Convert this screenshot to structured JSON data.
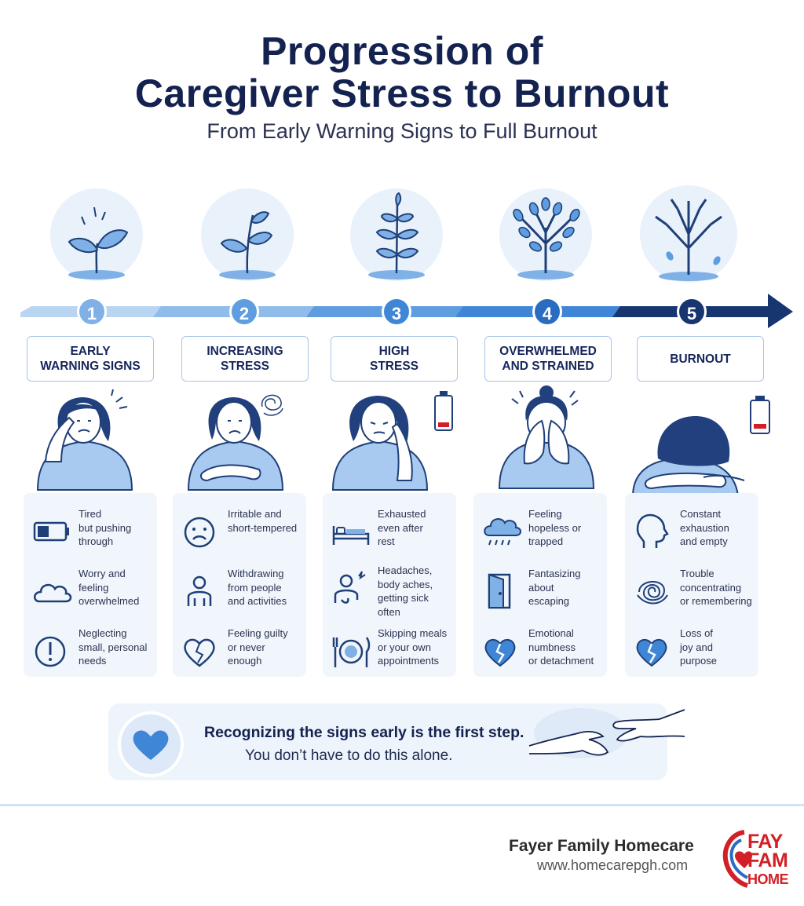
{
  "header": {
    "title_line1": "Progression of",
    "title_line2": "Caregiver Stress to Burnout",
    "subtitle": "From Early Warning Signs to Full Burnout"
  },
  "colors": {
    "navy": "#142250",
    "stage_colors": [
      "#7fb1e6",
      "#5e9de0",
      "#3f86d6",
      "#2a6cc0",
      "#17356f"
    ],
    "icon_blue": "#1f3f78",
    "card_bg": "#f1f6fc"
  },
  "stages": [
    {
      "number": "1",
      "label_line1": "EARLY",
      "label_line2": "WARNING SIGNS",
      "symptoms": [
        {
          "icon": "battery-low-icon",
          "lines": [
            "Tired",
            "but pushing",
            "through"
          ]
        },
        {
          "icon": "cloud-icon",
          "lines": [
            "Worry and",
            "feeling",
            "overwhelmed"
          ]
        },
        {
          "icon": "exclamation-circle-icon",
          "lines": [
            "Neglecting",
            "small, personal",
            "needs"
          ]
        }
      ]
    },
    {
      "number": "2",
      "label_line1": "INCREASING",
      "label_line2": "STRESS",
      "symptoms": [
        {
          "icon": "sad-face-icon",
          "lines": [
            "Irritable and",
            "short-tempered"
          ]
        },
        {
          "icon": "person-withdrawn-icon",
          "lines": [
            "Withdrawing",
            "from people",
            "and activities"
          ]
        },
        {
          "icon": "cracked-heart-icon",
          "lines": [
            "Feeling guilty",
            "or never",
            "enough"
          ]
        }
      ]
    },
    {
      "number": "3",
      "label_line1": "HIGH",
      "label_line2": "STRESS",
      "symptoms": [
        {
          "icon": "bed-icon",
          "lines": [
            "Exhausted",
            "even after",
            "rest"
          ]
        },
        {
          "icon": "person-pain-icon",
          "lines": [
            "Headaches,",
            "body aches,",
            "getting sick",
            "often"
          ]
        },
        {
          "icon": "plate-utensils-icon",
          "lines": [
            "Skipping meals",
            "or your own",
            "appointments"
          ]
        }
      ]
    },
    {
      "number": "4",
      "label_line1": "OVERWHELMED",
      "label_line2": "AND STRAINED",
      "symptoms": [
        {
          "icon": "rain-cloud-icon",
          "lines": [
            "Feeling",
            "hopeless or",
            "trapped"
          ]
        },
        {
          "icon": "door-icon",
          "lines": [
            "Fantasizing",
            "about",
            "escaping"
          ]
        },
        {
          "icon": "broken-heart-icon",
          "lines": [
            "Emotional",
            "numbness",
            "or detachment"
          ]
        }
      ]
    },
    {
      "number": "5",
      "label_line1": "BURNOUT",
      "label_line2": "",
      "symptoms": [
        {
          "icon": "head-profile-icon",
          "lines": [
            "Constant",
            "exhaustion",
            "and empty"
          ]
        },
        {
          "icon": "tangled-scribble-icon",
          "lines": [
            "Trouble",
            "concentrating",
            "or remembering"
          ]
        },
        {
          "icon": "broken-heart-icon",
          "lines": [
            "Loss of",
            "joy and",
            "purpose"
          ]
        }
      ]
    }
  ],
  "banner": {
    "line1": "Recognizing the signs early is the first step.",
    "line2": "You don’t have to do this alone."
  },
  "footer": {
    "brand_name": "Fayer Family Homecare",
    "url": "www.homecarepgh.com",
    "logo_lines": [
      "FAY",
      "FAM",
      "HOME"
    ]
  }
}
